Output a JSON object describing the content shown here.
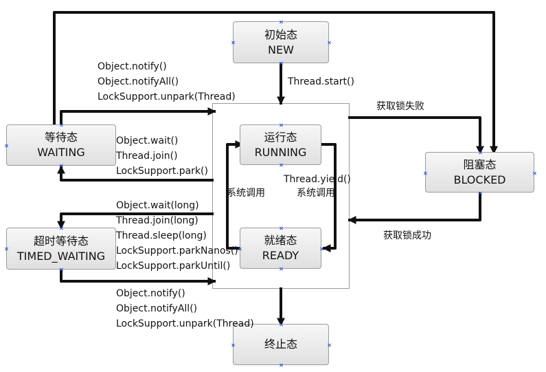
{
  "states": {
    "new": {
      "line1": "初始态",
      "line2": "NEW"
    },
    "running": {
      "line1": "运行态",
      "line2": "RUNNING"
    },
    "waiting": {
      "line1": "等待态",
      "line2": "WAITING"
    },
    "timed_waiting": {
      "line1": "超时等待态",
      "line2": "TIMED_WAITING"
    },
    "blocked": {
      "line1": "阻塞态",
      "line2": "BLOCKED"
    },
    "ready": {
      "line1": "就绪态",
      "line2": "READY"
    },
    "terminated": {
      "line1": "终止态"
    }
  },
  "transitions": {
    "start": "Thread.start()",
    "to_waiting": [
      "Object.wait()",
      "Thread.join()",
      "LockSupport.park()"
    ],
    "from_waiting": [
      "Object.notify()",
      "Object.notifyAll()",
      "LockSupport.unpark(Thread)"
    ],
    "to_timed_waiting": [
      "Object.wait(long)",
      "Thread.join(long)",
      "Thread.sleep(long)",
      "LockSupport.parkNanos()",
      "LockSupport.parkUntil()"
    ],
    "from_timed_waiting": [
      "Object.notify()",
      "Object.notifyAll()",
      "LockSupport.unpark(Thread)"
    ],
    "lock_failed": "获取锁失败",
    "lock_acquired": "获取锁成功",
    "yield": "Thread.yield()",
    "system_call_left": "系统调用",
    "system_call_right": "系统调用"
  }
}
